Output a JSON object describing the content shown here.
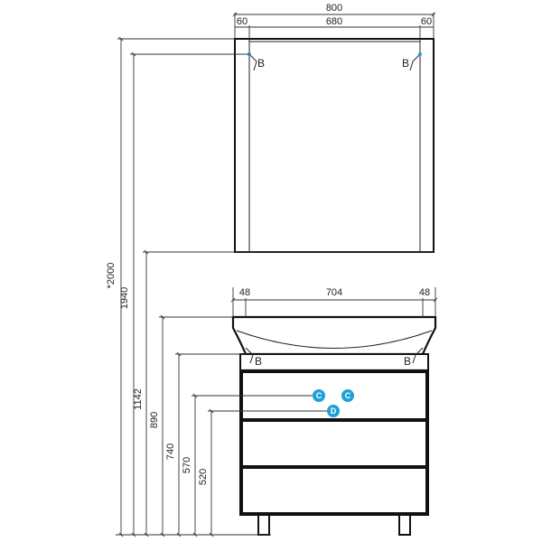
{
  "mirror": {
    "total_width": "800",
    "side_left": "60",
    "center": "680",
    "side_right": "60",
    "mount_left": "B",
    "mount_right": "B"
  },
  "cabinet": {
    "side_left": "48",
    "center": "704",
    "side_right": "48",
    "mount_left": "B",
    "mount_right": "B"
  },
  "connections": {
    "c1": "C",
    "c2": "C",
    "d": "D",
    "marker_color": "#1e9fd6"
  },
  "heights": {
    "overall": "*2000",
    "mirror_top": "1940",
    "mirror_bottom": "1142",
    "basin_top": "890",
    "basin_bottom": "740",
    "cold_hot": "570",
    "drain": "520"
  }
}
